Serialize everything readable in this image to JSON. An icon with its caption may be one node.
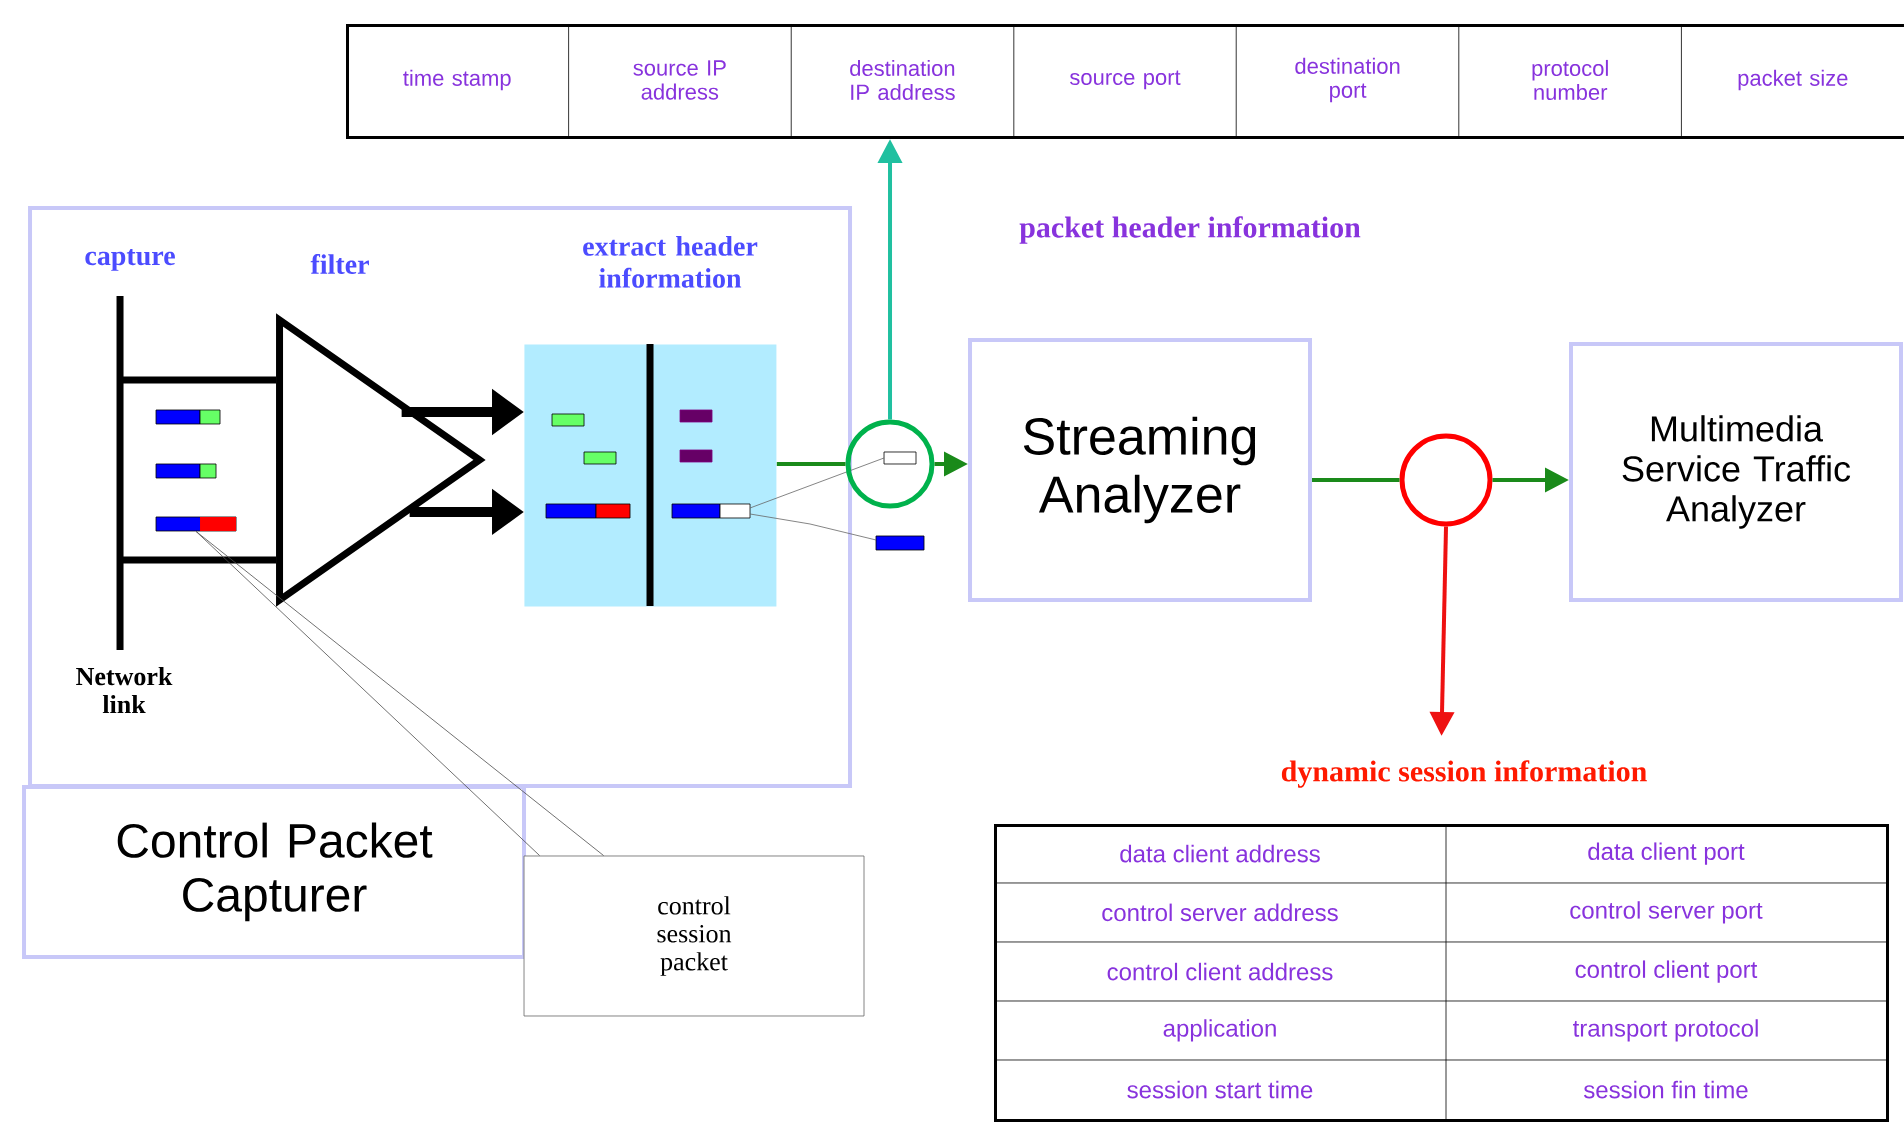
{
  "diagram": {
    "nodes": [
      {
        "text": [
          "time stamp",
          "source IP address",
          "destination IP address",
          "source port",
          "destination port",
          "protocol number",
          "packet size"
        ]
      },
      {
        "text": [
          "Control Packet Capturer"
        ]
      },
      {
        "text": [
          "control session packet"
        ]
      },
      {
        "text": [
          "filter"
        ]
      },
      {
        "text": [
          "extract header information"
        ]
      },
      {
        "text": [],
        "shape": "bar"
      },
      {
        "text": [],
        "shape": "circle"
      },
      {
        "text": [
          "Streaming Analyzer"
        ]
      },
      {
        "text": [],
        "shape": "circle"
      },
      {
        "text": [
          "Multimedia Service Traffic Analyzer"
        ]
      },
      {
        "text": [
          "dynamic session information",
          "data client address",
          "data client port",
          "control server address",
          "control server port",
          "control client address",
          "control client port",
          "application",
          "transport protocol",
          "session start time",
          "session fin time"
        ]
      }
    ],
    "edges": [
      {
        "from": 3,
        "to": 4,
        "arrow": "to",
        "style": "thick",
        "color": "#000000"
      },
      {
        "from": 3,
        "to": 4,
        "arrow": "to",
        "style": "thick",
        "color": "#000000"
      },
      {
        "from": 4,
        "to": 6,
        "arrow": "none",
        "color": "#1a8a1a"
      },
      {
        "from": 6,
        "to": 7,
        "arrow": "to",
        "color": "#1a8a1a"
      },
      {
        "from": 6,
        "to": 0,
        "arrow": "to",
        "color": "#20c0a0",
        "label": "packet header information"
      },
      {
        "from": 7,
        "to": 8,
        "arrow": "none",
        "color": "#1a8a1a"
      },
      {
        "from": 8,
        "to": 9,
        "arrow": "to",
        "color": "#1a8a1a"
      },
      {
        "from": 8,
        "to": 10,
        "arrow": "to",
        "color": "#ee1111"
      },
      {
        "from": 2,
        "to": 5,
        "arrow": "none"
      }
    ],
    "labels": [
      "capture",
      "Network link"
    ]
  }
}
